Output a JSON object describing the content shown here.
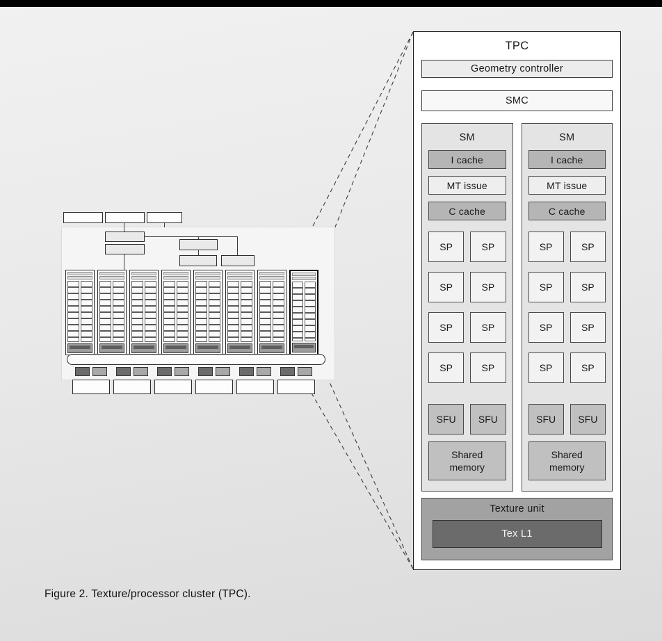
{
  "figure": {
    "caption": "Figure 2. Texture/processor cluster (TPC)."
  },
  "tpc": {
    "title": "TPC",
    "geometry_controller": "Geometry controller",
    "smc": "SMC",
    "sm": {
      "title": "SM",
      "i_cache": "I cache",
      "mt_issue": "MT issue",
      "c_cache": "C cache",
      "sp": "SP",
      "sfu": "SFU",
      "shared_memory": "Shared\nmemory"
    },
    "texture_unit": "Texture unit",
    "tex_l1": "Tex L1"
  },
  "mini_gpu": {
    "tpc_count": 8,
    "highlighted_tpc": 8,
    "rop_l2_pairs": 6,
    "dram_count": 6
  },
  "colors": {
    "cache_gray": "#b5b5b5",
    "sfu_gray": "#c0c0c0",
    "sm_bg": "#e4e4e4",
    "light_box": "#eeeeee",
    "sp_bg": "#f2f2f2",
    "texture_unit_gray": "#a2a2a2",
    "tex_l1_gray": "#6b6b6b",
    "panel_border": "#1a1a1a"
  }
}
